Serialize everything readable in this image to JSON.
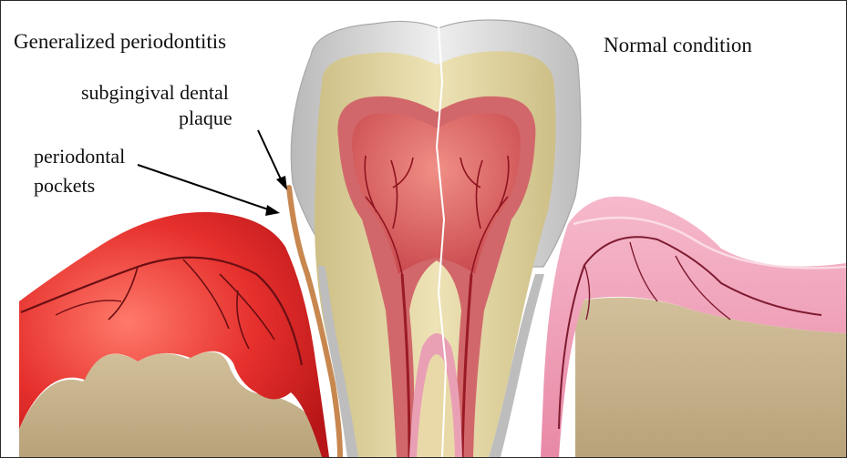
{
  "labels": {
    "left_title": "Generalized periodontitis",
    "right_title": "Normal condition",
    "plaque_line1": "subgingival dental",
    "plaque_line2": "plaque",
    "pockets_line1": "periodontal",
    "pockets_line2": "pockets"
  },
  "colors": {
    "background": "#ffffff",
    "frame_border": "#2a2a2a",
    "enamel": "#c9c9c9",
    "dentin": "#e6d9a8",
    "pulp": "#d9686a",
    "vessels": "#8e1420",
    "inflamed_gum": "#e0282b",
    "healthy_gum": "#f1a2ba",
    "bone": "#c9b58a",
    "plaque": "#c8874f",
    "label_text": "#111111",
    "arrow": "#000000"
  },
  "icons": {
    "tooth": "tooth-cross-section-icon"
  }
}
